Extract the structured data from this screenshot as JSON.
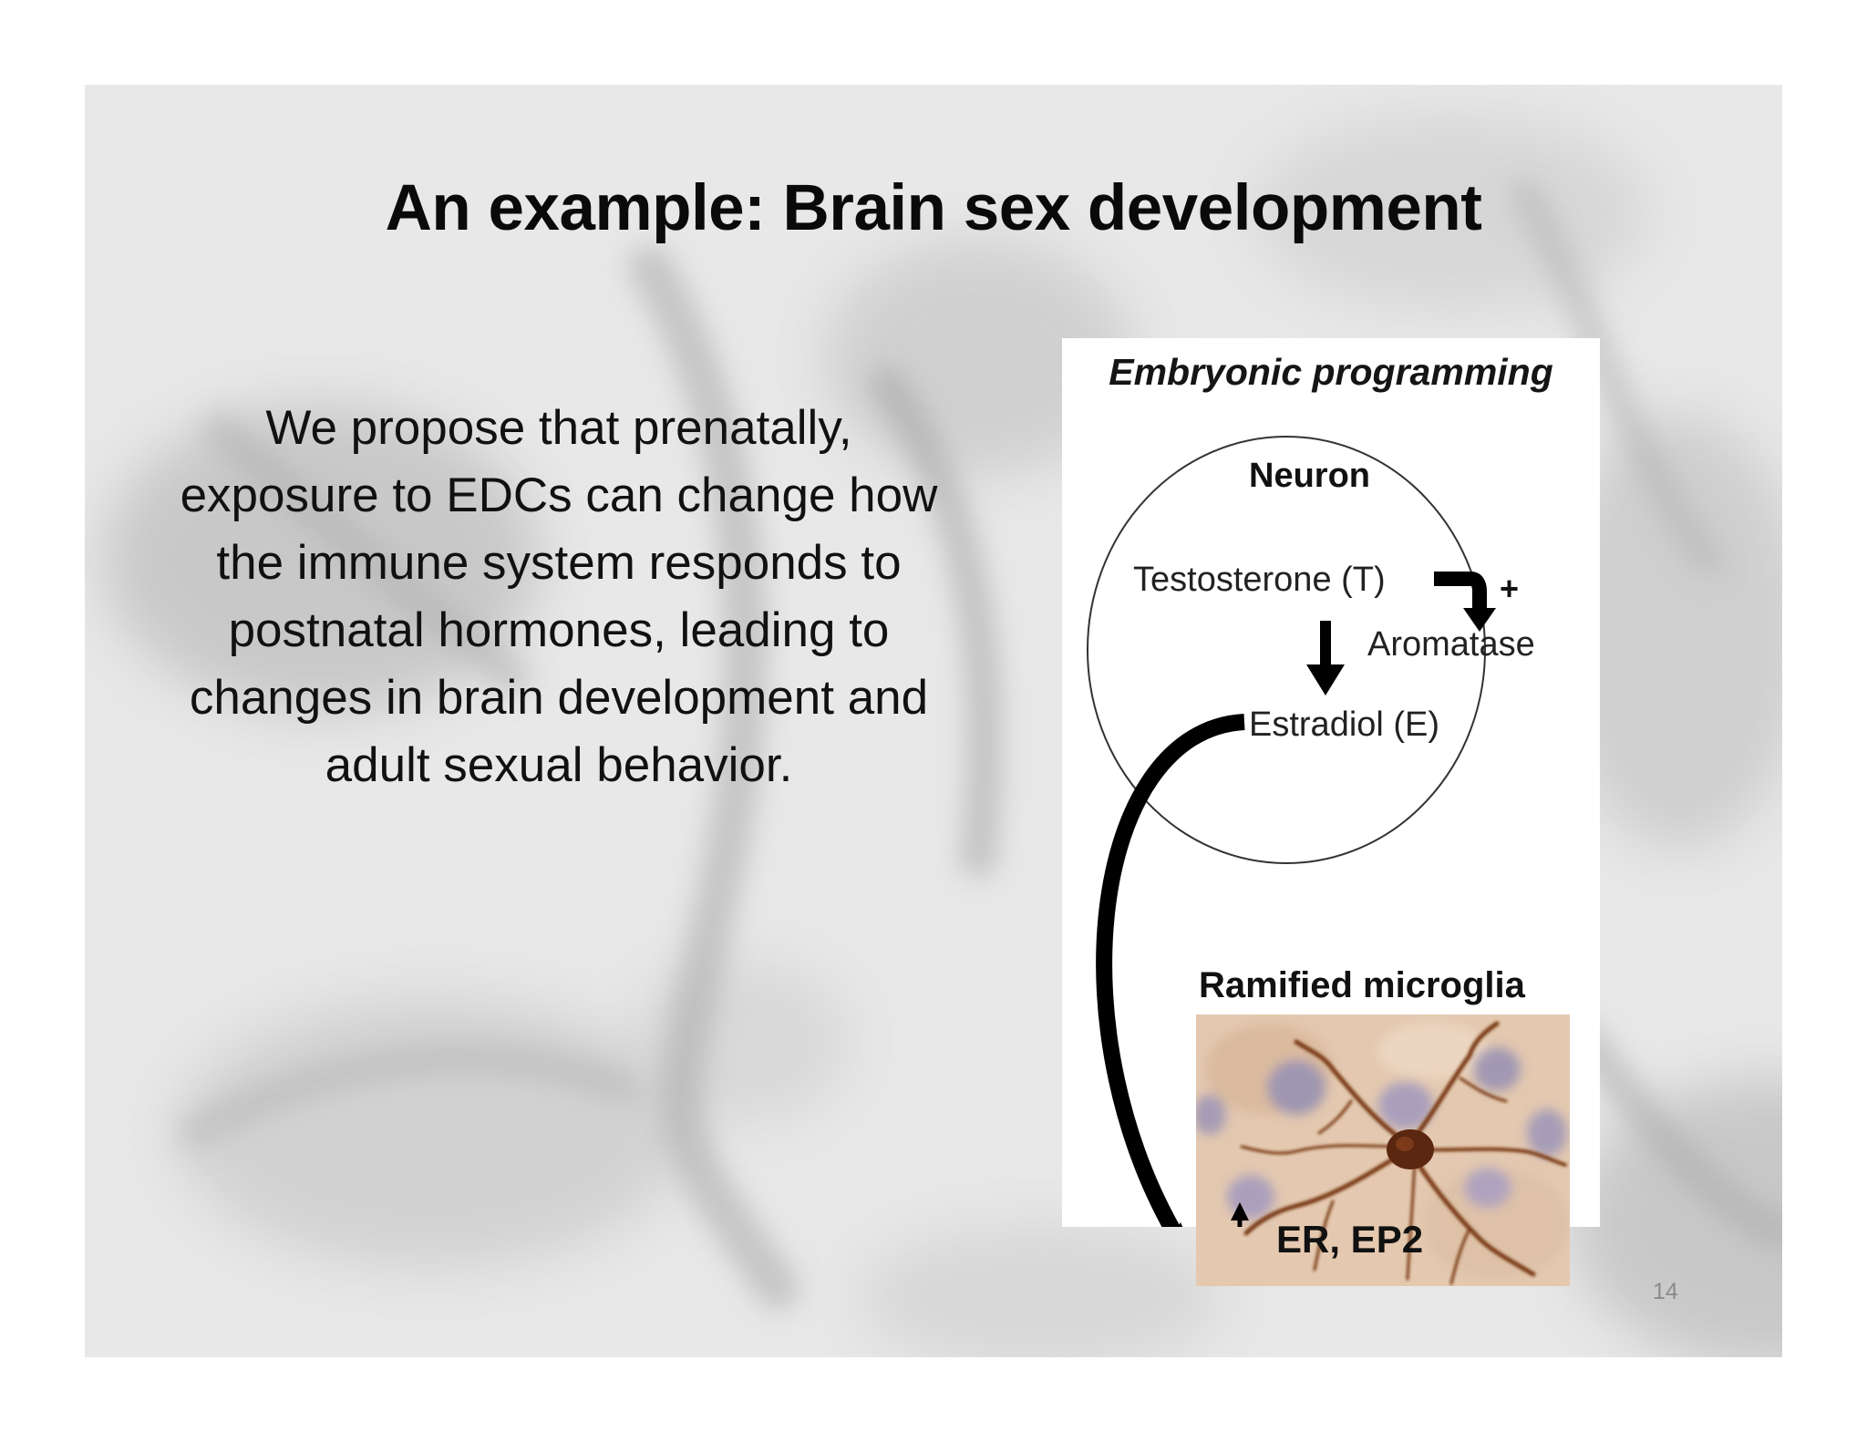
{
  "slide": {
    "title": "An example: Brain sex development",
    "body": "We propose that prenatally, exposure to EDCs can change how the immune system responds to postnatal hormones, leading to changes in brain development and adult sexual behavior.",
    "page_number": "14"
  },
  "figure": {
    "title": "Embryonic programming",
    "neuron_label": "Neuron",
    "testosterone_label": "Testosterone (T)",
    "plus_sign": "+",
    "aromatase_label": "Aromatase",
    "estradiol_label": "Estradiol (E)",
    "microglia_label": "Ramified microglia",
    "receptor_label": "ER, EP2"
  },
  "colors": {
    "background": "#e9e9e9",
    "text": "#111111",
    "figure_background": "#ffffff",
    "microglia_stain": "#6b2e10"
  }
}
